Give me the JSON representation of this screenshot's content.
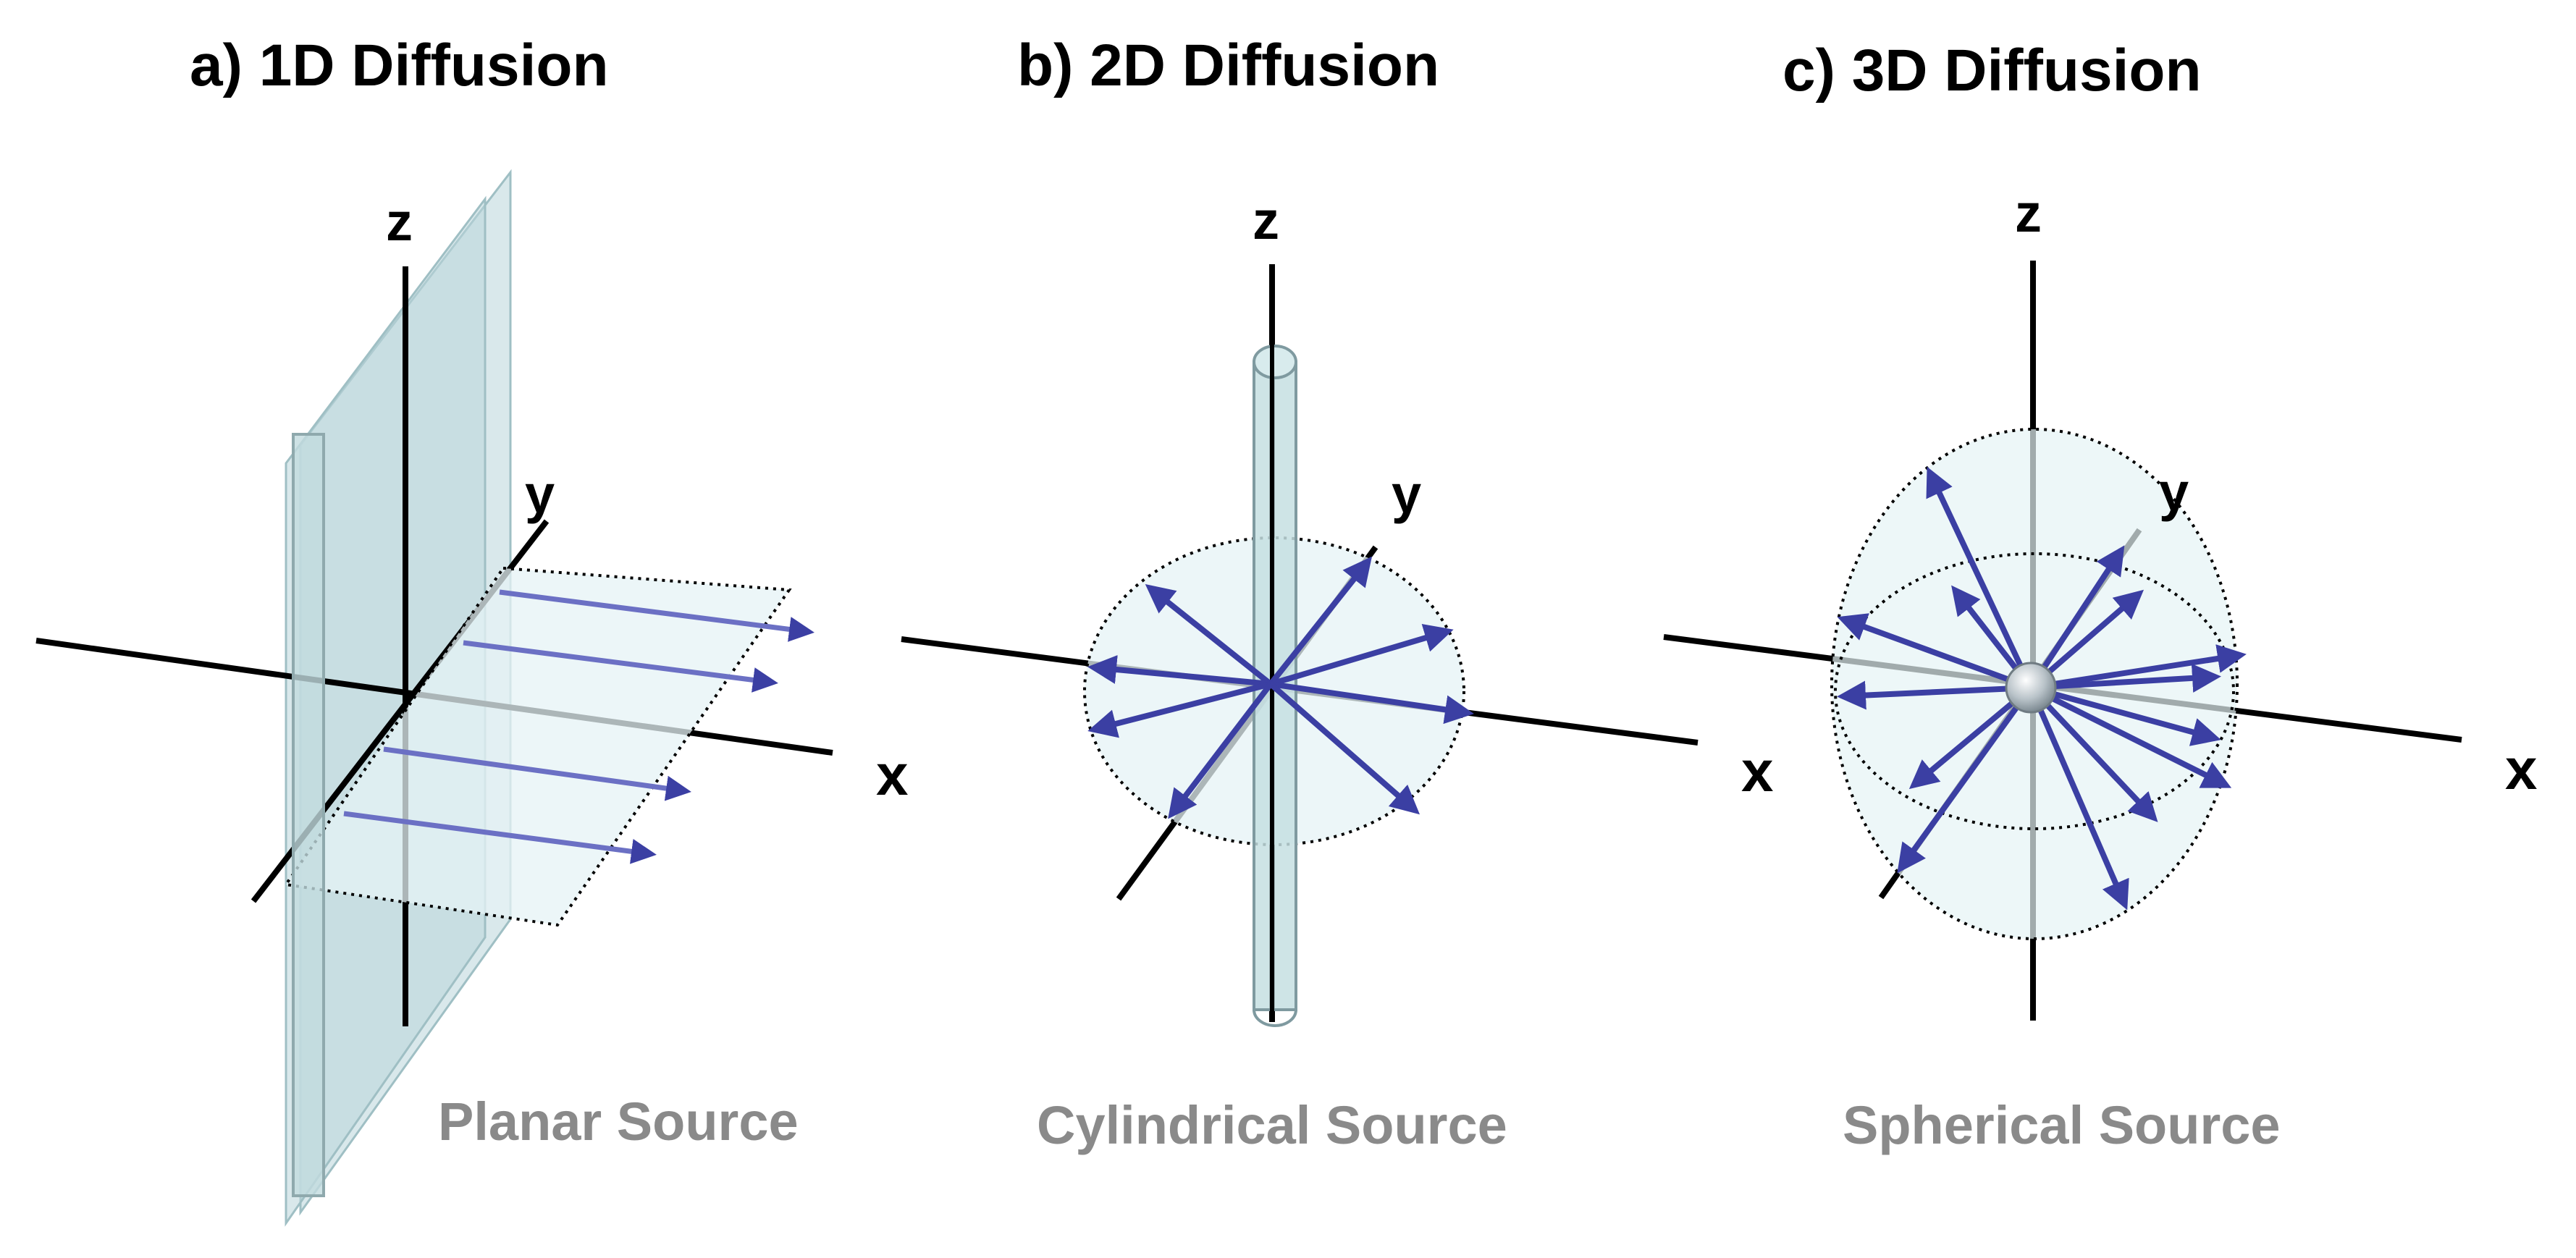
{
  "panels": {
    "a": {
      "title": "a) 1D Diffusion",
      "caption": "Planar Source",
      "axes": {
        "x": "x",
        "y": "y",
        "z": "z"
      }
    },
    "b": {
      "title": "b) 2D Diffusion",
      "caption": "Cylindrical Source",
      "axes": {
        "x": "x",
        "y": "y",
        "z": "z"
      }
    },
    "c": {
      "title": "c) 3D Diffusion",
      "caption": "Spherical Source",
      "axes": {
        "x": "x",
        "y": "y",
        "z": "z"
      }
    }
  },
  "colors": {
    "arrow": "#3b3fa3",
    "arrow_light": "#6b70c4",
    "source_fill": "#b9d6da",
    "region_fill": "#e6f3f5",
    "axis": "#000000",
    "caption": "#8a8a8a"
  }
}
